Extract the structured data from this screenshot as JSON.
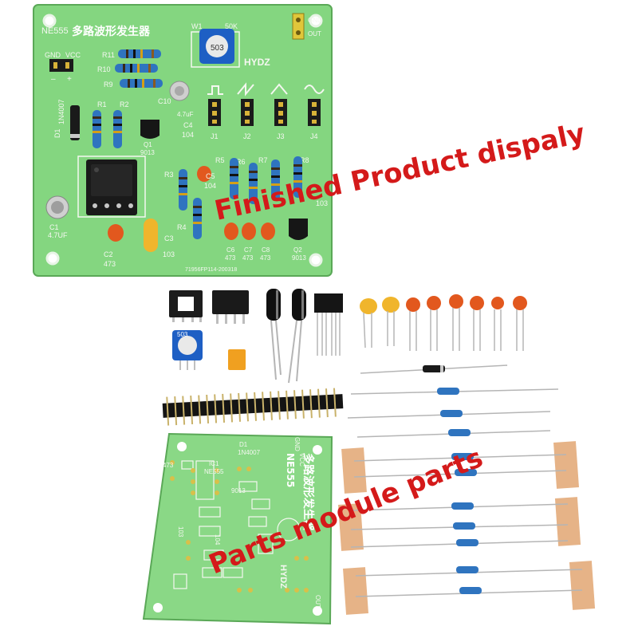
{
  "overlays": {
    "finished": "Finished Product dispaly",
    "parts": "Parts module parts"
  },
  "board_top": {
    "title_ic": "NE555",
    "title_cn": "多路波形发生器",
    "brand": "HYDZ",
    "pin_gnd": "GND",
    "pin_out": "OUT",
    "pwr_gnd": "GND",
    "pwr_vcc": "VCC",
    "pwr_minus": "–",
    "pwr_plus": "+",
    "r11": "R11",
    "r10": "R10",
    "r9": "R9",
    "r1": "R1",
    "r2": "R2",
    "r3": "R3",
    "r4": "R4",
    "r5": "R5",
    "r6": "R6",
    "r7": "R7",
    "r8": "R8",
    "w1": "W1",
    "pot_value": "50K",
    "pot_code": "503",
    "c1": "C1",
    "c1_val": "4.7UF",
    "c10": "C10",
    "c10_val": "4.7uF",
    "c2": "C2",
    "c2_val": "473",
    "c3": "C3",
    "c3_val": "103",
    "c4": "C4",
    "c4_val": "104",
    "c5": "C5",
    "c5_val": "104",
    "c6": "C6",
    "c6_val": "473",
    "c7": "C7",
    "c7_val": "473",
    "c8": "C8",
    "c8_val": "473",
    "d1": "D1",
    "d1_val": "1N4007",
    "q1": "Q1",
    "q1_val": "9013",
    "q2": "Q2",
    "q2_val": "9013",
    "j1": "J1",
    "j2": "J2",
    "j3": "J3",
    "j4": "J4",
    "r8_val": "103",
    "serial": "71956FP114-200318"
  },
  "board_bottom": {
    "title_ic": "NE555",
    "title_cn": "多路波形发生器",
    "brand": "HYDZ",
    "d1": "D1",
    "d1_val": "1N4007",
    "ic": "IC1",
    "ic_val": "NE555",
    "q_val": "9013",
    "gnd": "GND",
    "vcc": "VCC",
    "out": "OUT",
    "c_val": "473",
    "c_val2": "103",
    "c_val3": "104"
  },
  "parts": {
    "pot_code": "503"
  },
  "colors": {
    "pcb": "#7fd37c",
    "pcb_dark": "#5fb85c",
    "resistor": "#2d6fb8",
    "ceramic_cap": "#e0541c",
    "tape": "#e7b88a",
    "overlay_text": "#d41a1a"
  }
}
